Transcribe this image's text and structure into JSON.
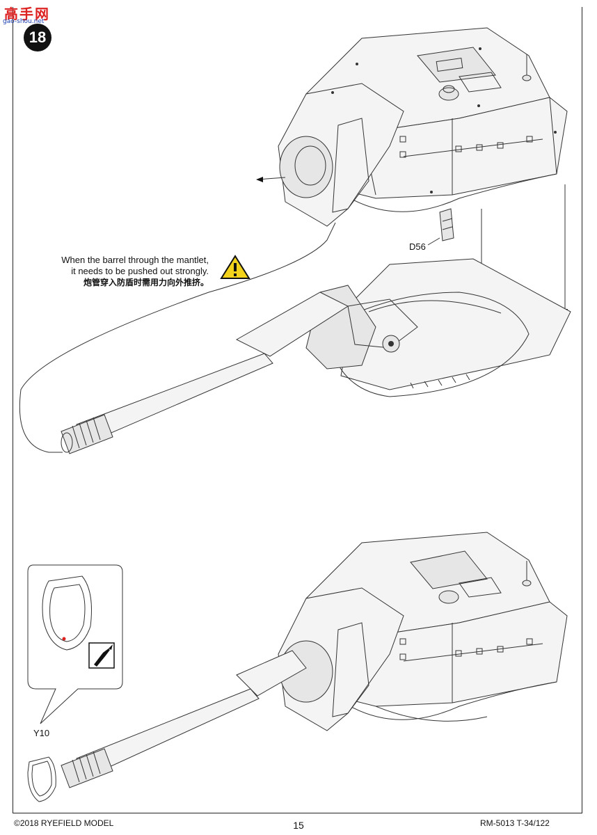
{
  "step_number": "18",
  "watermark": {
    "main": "高手网",
    "sub": "gao-shou.net"
  },
  "note": {
    "line1": "When the barrel through the mantlet,",
    "line2": "it needs to be pushed out strongly.",
    "line3_cn": "炮管穿入防盾时需用力向外推挤。"
  },
  "parts": {
    "d56": "D56",
    "y10": "Y10"
  },
  "footer": {
    "copyright": "©2018 RYEFIELD MODEL",
    "page_number": "15",
    "product_code": "RM-5013 T-34/122"
  },
  "icons": {
    "warning": "warning-icon",
    "knife": "hobby-knife-icon"
  }
}
